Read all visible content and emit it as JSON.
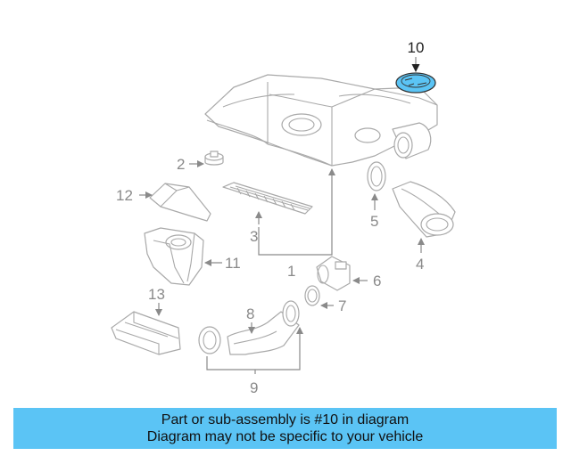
{
  "callouts": {
    "c1": "1",
    "c2": "2",
    "c3": "3",
    "c4": "4",
    "c5": "5",
    "c6": "6",
    "c7": "7",
    "c8": "8",
    "c9": "9",
    "c10": "10",
    "c11": "11",
    "c12": "12",
    "c13": "13"
  },
  "banner": {
    "line1": "Part or sub-assembly is #10 in diagram",
    "line2": "Diagram may not be specific to your vehicle",
    "color": "#5bc4f5"
  },
  "highlight_color": "#5bc4f5"
}
